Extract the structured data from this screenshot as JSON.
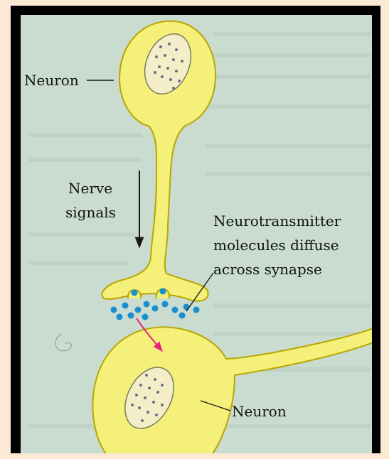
{
  "labels": {
    "neuron_top": "Neuron",
    "nerve": "Nerve",
    "signals": "signals",
    "nt_line1": "Neurotransmitter",
    "nt_line2": "molecules diffuse",
    "nt_line3": "across synapse",
    "neuron_bottom": "Neuron"
  },
  "colors": {
    "background": "#fbe9d6",
    "frame": "#000000",
    "panel": "#c9dccf",
    "neuron_fill": "#f4f07a",
    "neuron_stroke": "#b8a600",
    "nucleus_fill": "#f3eec8",
    "molecule": "#1a8fd0",
    "diffusion_arrow": "#e3207a",
    "signal_arrow": "#1a1a1a"
  }
}
